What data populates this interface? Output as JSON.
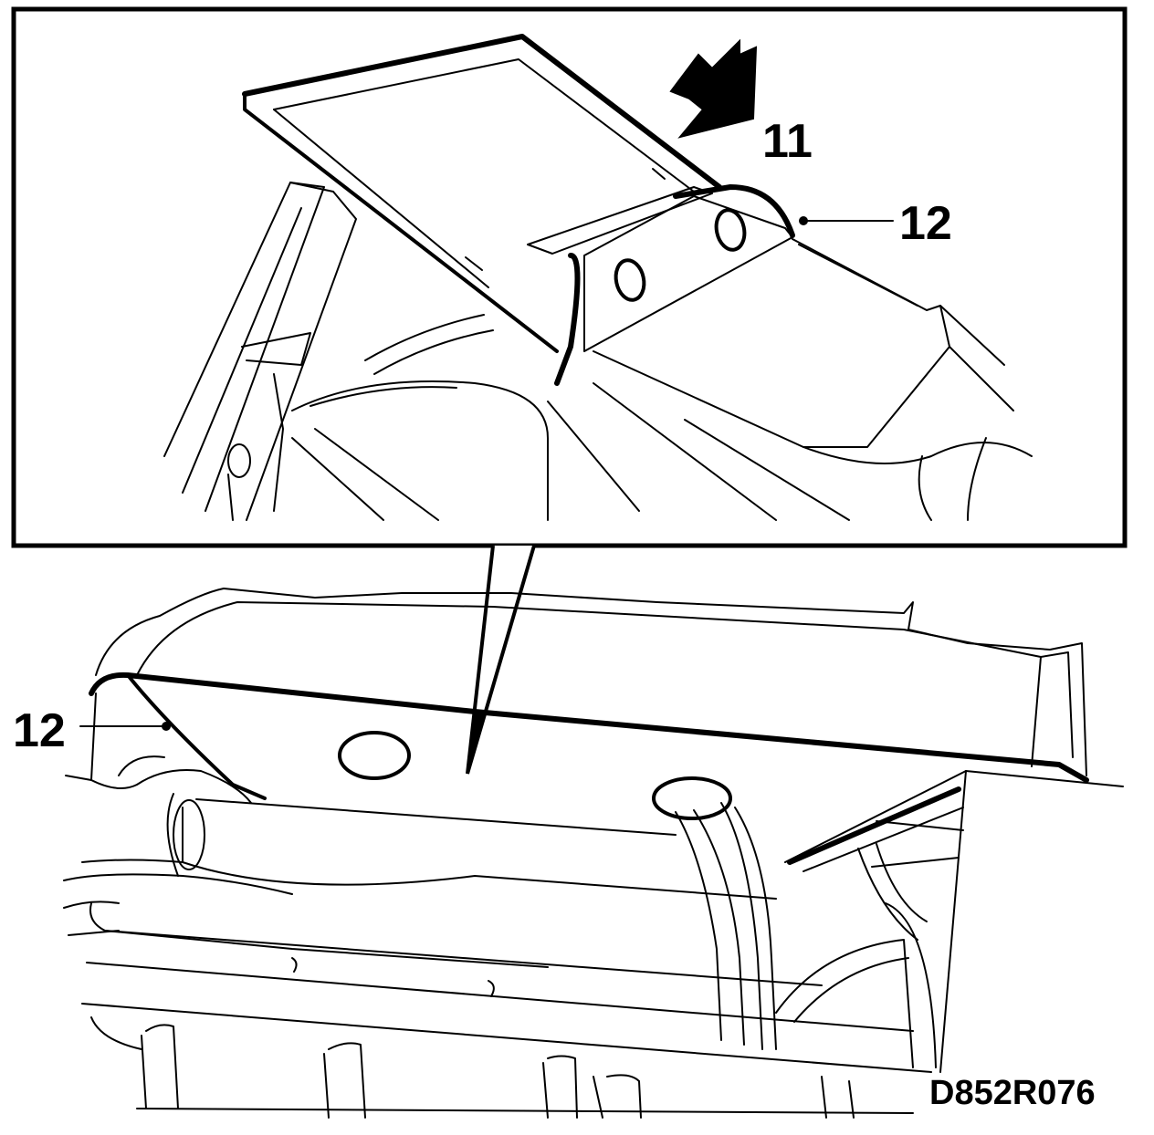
{
  "callouts": {
    "arrow_label": "11",
    "seal_label_top": "12",
    "seal_label_bottom": "12"
  },
  "drawing_code": "D852R076"
}
